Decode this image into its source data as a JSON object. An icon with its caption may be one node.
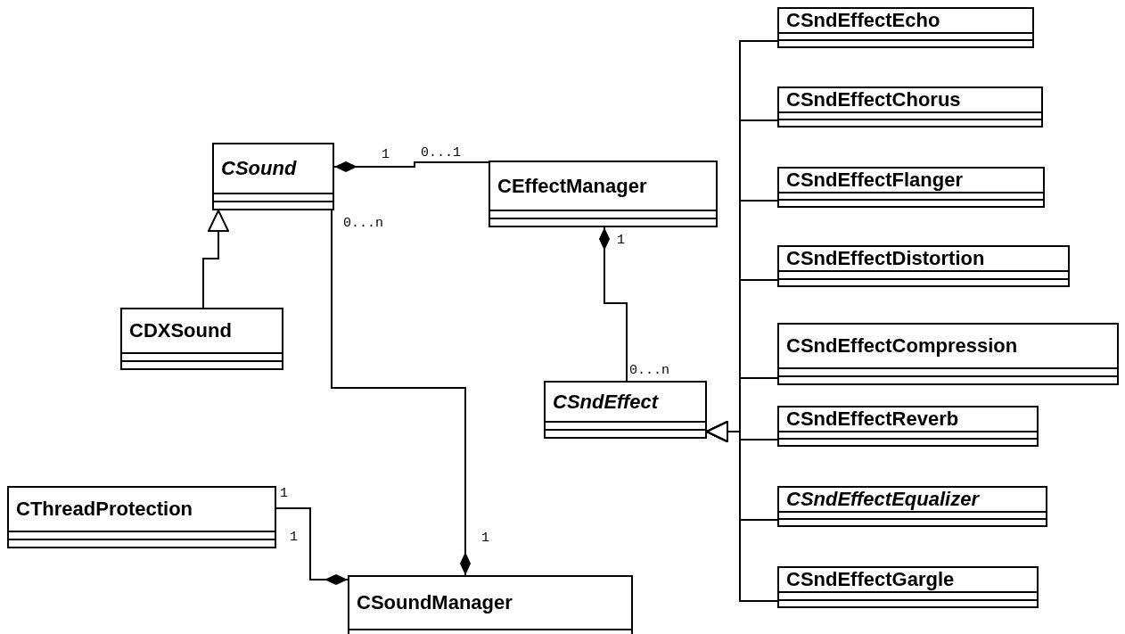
{
  "diagram": {
    "nodes": [
      {
        "text": [
          "CSndEffectEcho"
        ]
      },
      {
        "text": [
          "CSndEffectChorus"
        ]
      },
      {
        "text": [
          "CSound"
        ]
      },
      {
        "text": [
          "CEffectManager"
        ]
      },
      {
        "text": [
          "CSndEffectFlanger"
        ]
      },
      {
        "text": [
          "CSndEffectDistortion"
        ]
      },
      {
        "text": [
          "CDXSound"
        ]
      },
      {
        "text": [
          "CSndEffectCompression"
        ]
      },
      {
        "text": [
          "CSndEffect"
        ]
      },
      {
        "text": [
          "CSndEffectReverb"
        ]
      },
      {
        "text": [
          "CSndEffectEqualizer"
        ]
      },
      {
        "text": [
          "CThreadProtection"
        ]
      },
      {
        "text": [
          "CSndEffectGargle"
        ]
      },
      {
        "text": [
          "CSoundManager"
        ]
      }
    ],
    "edges": [
      {
        "from": 2,
        "to": 3,
        "arrow": "other"
      },
      {
        "from": 3,
        "to": 8,
        "arrow": "other"
      },
      {
        "from": 6,
        "to": 2,
        "arrow": "to"
      },
      {
        "from": 13,
        "to": 2,
        "arrow": "other"
      },
      {
        "from": 13,
        "to": 11,
        "arrow": "other"
      },
      {
        "from": 0,
        "to": 8,
        "arrow": "to"
      },
      {
        "from": 1,
        "to": 8,
        "arrow": "to"
      },
      {
        "from": 4,
        "to": 8,
        "arrow": "to"
      },
      {
        "from": 5,
        "to": 8,
        "arrow": "to"
      },
      {
        "from": 7,
        "to": 8,
        "arrow": "to"
      },
      {
        "from": 9,
        "to": 8,
        "arrow": "to"
      },
      {
        "from": 10,
        "to": 8,
        "arrow": "to"
      },
      {
        "from": 12,
        "to": 8,
        "arrow": "to"
      }
    ],
    "labels": [
      "1",
      "0...1",
      "0...n",
      "1",
      "0...n",
      "1",
      "1",
      "1"
    ]
  }
}
